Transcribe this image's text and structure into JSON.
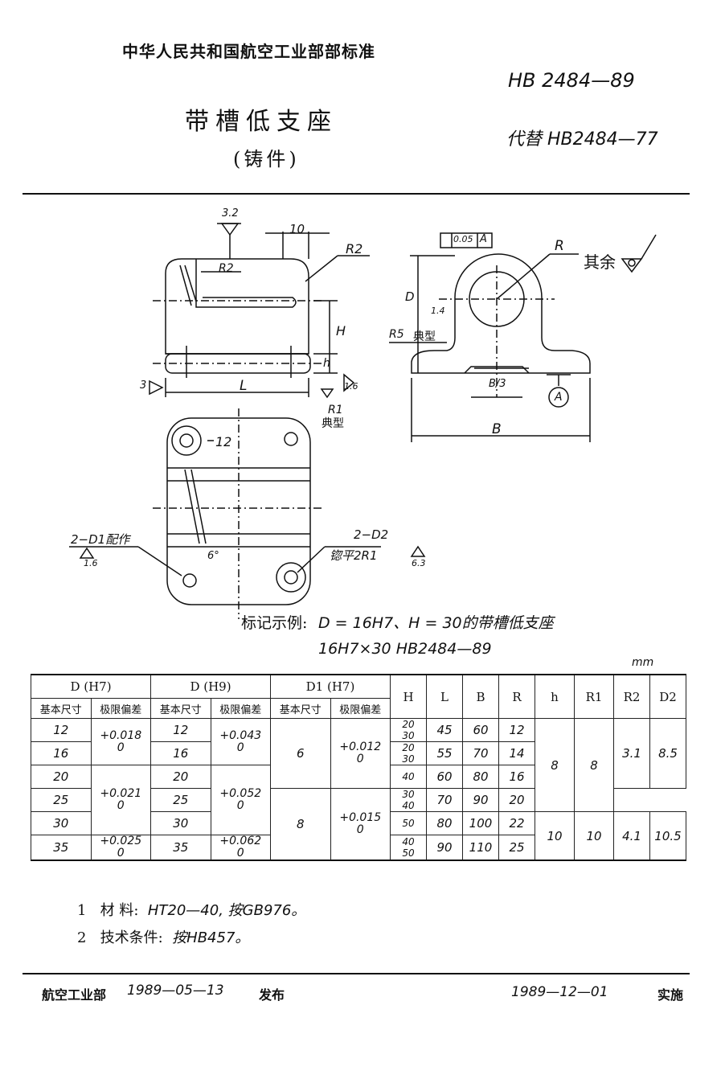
{
  "header": {
    "org": "中华人民共和国航空工业部部标准",
    "std_no": "HB 2484—89",
    "replaces": "代替 HB2484—77",
    "title": "带槽低支座",
    "subtitle": "(铸件)"
  },
  "drawing": {
    "labels": {
      "r32": "3.2",
      "dim10": "10",
      "r2": "R2",
      "r2b": "R2",
      "h_cap": "H",
      "h_small": "h",
      "l_cap": "L",
      "r16a": "1.6",
      "r3": "3",
      "tol005": "0.05",
      "datum_a": "A",
      "r_cap": "R",
      "rest": "其余",
      "d_cap": "D",
      "dim14": "1.4",
      "r5": "R5",
      "typical": "典型",
      "b3": "B/3",
      "a_circle": "A",
      "b_cap": "B",
      "r1": "R1",
      "typical2": "典型",
      "dim12": "12",
      "d1_note": "2−D1配作",
      "r16b": "1.6",
      "angle6": "6°",
      "d2_note": "2−D2",
      "spot": "锪平2R1",
      "r63": "6.3"
    }
  },
  "marking": {
    "label": "标记示例:",
    "text": "D = 16H7、H = 30的带槽低支座",
    "code": "16H7×30    HB2484—89"
  },
  "unit": "mm",
  "table": {
    "h1": {
      "d_h7": "D (H7)",
      "d_h9": "D (H9)",
      "d1_h7": "D1 (H7)",
      "H": "H",
      "L": "L",
      "B": "B",
      "R": "R",
      "h": "h",
      "R1": "R1",
      "R2": "R2",
      "D2": "D2"
    },
    "h2": {
      "basic": "基本尺寸",
      "dev": "极限偏差"
    },
    "col_dh7": [
      "12",
      "16",
      "20",
      "25",
      "30",
      "35"
    ],
    "dev_dh7": [
      {
        "up": "+0.018",
        "lo": "0"
      },
      {
        "up": "+0.021",
        "lo": "0"
      },
      {
        "up": "+0.025",
        "lo": "0"
      }
    ],
    "col_dh9": [
      "12",
      "16",
      "20",
      "25",
      "30",
      "35"
    ],
    "dev_dh9": [
      {
        "up": "+0.043",
        "lo": "0"
      },
      {
        "up": "+0.052",
        "lo": "0"
      },
      {
        "up": "+0.062",
        "lo": "0"
      }
    ],
    "d1": [
      {
        "basic": "6",
        "up": "+0.012",
        "lo": "0"
      },
      {
        "basic": "8",
        "up": "+0.015",
        "lo": "0"
      }
    ],
    "h_vals": [
      [
        "20",
        "30"
      ],
      [
        "20",
        "30",
        "40"
      ],
      [
        "30",
        "40",
        "50"
      ],
      [
        "40",
        "50"
      ]
    ],
    "L": [
      "45",
      "55",
      "60",
      "70",
      "80",
      "90"
    ],
    "B": [
      "60",
      "70",
      "80",
      "90",
      "100",
      "110"
    ],
    "R": [
      "12",
      "14",
      "16",
      "20",
      "22",
      "25"
    ],
    "h": [
      "8",
      "10"
    ],
    "R1": [
      "8",
      "10"
    ],
    "R2": [
      "3.1",
      "4.1"
    ],
    "D2": [
      "8.5",
      "10.5"
    ]
  },
  "notes": [
    {
      "num": "1",
      "label": "材    料:",
      "text": "HT20—40, 按GB976。"
    },
    {
      "num": "2",
      "label": "技术条件:",
      "text": "按HB457。"
    }
  ],
  "footer": {
    "issuer": "航空工业部",
    "issue_date": "1989—05—13",
    "issue_label": "发布",
    "effective_date": "1989—12—01",
    "effective_label": "实施"
  }
}
